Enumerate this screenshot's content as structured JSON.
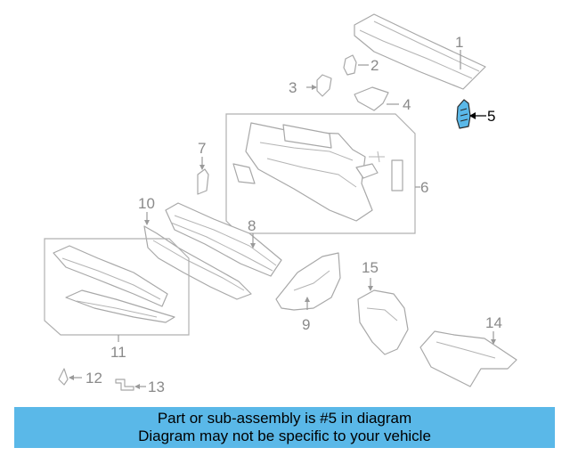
{
  "diagram": {
    "callouts": [
      "1",
      "2",
      "3",
      "4",
      "5",
      "6",
      "7",
      "8",
      "9",
      "10",
      "11",
      "12",
      "13",
      "14",
      "15"
    ],
    "highlighted_part": "5",
    "highlight_color": "#5ab8e8"
  },
  "banner": {
    "line1": "Part or sub-assembly is #5 in diagram",
    "line2": "Diagram may not be specific to your vehicle",
    "background": "#5ab8e8"
  }
}
